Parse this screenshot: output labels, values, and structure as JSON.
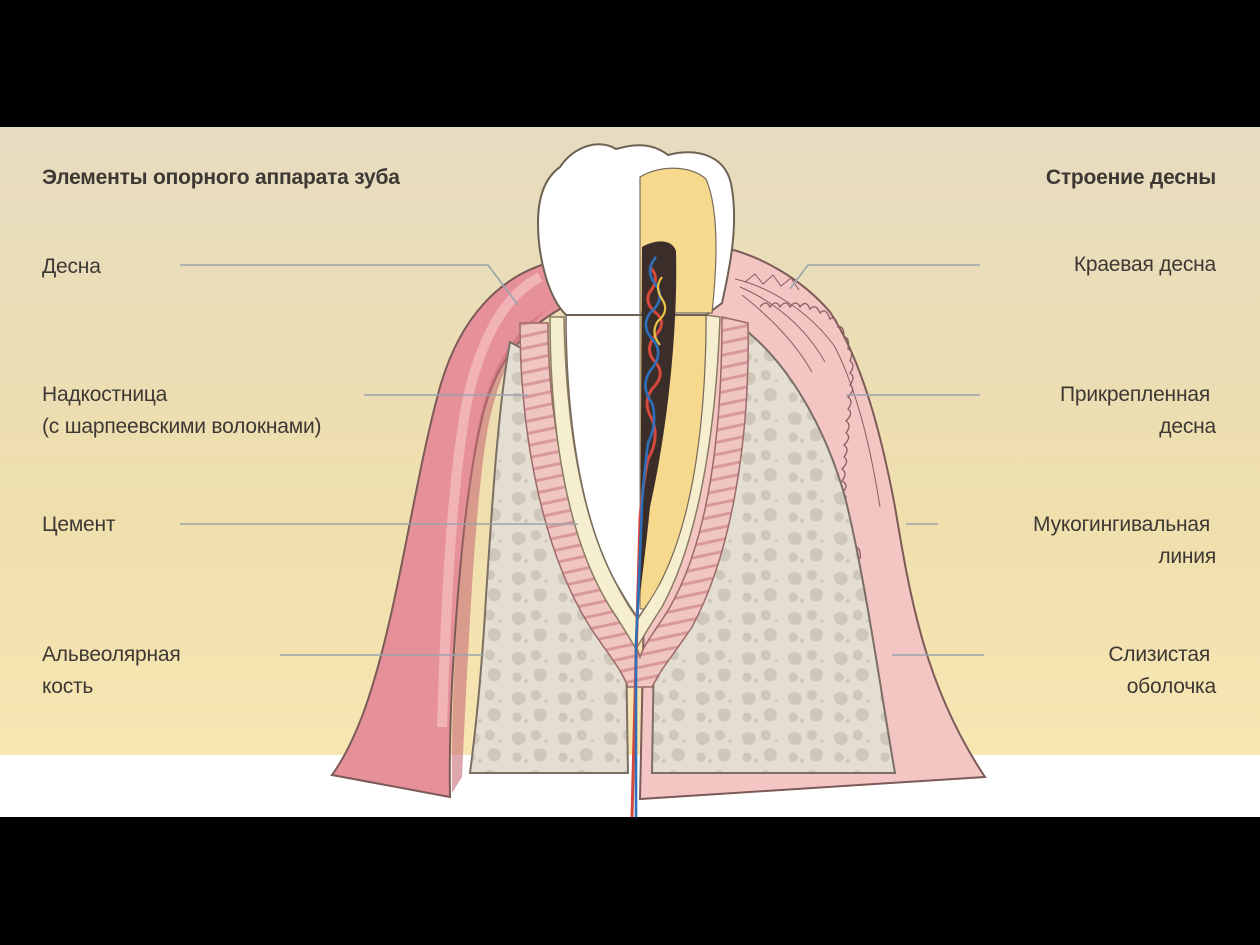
{
  "left_panel": {
    "heading": "Элементы опорного аппарата зуба",
    "labels": [
      "Десна",
      "Надкостница",
      "(с шарпеевскими волокнами)",
      "Цемент",
      "Альвеолярная",
      "кость"
    ]
  },
  "right_panel": {
    "heading": "Строение десны",
    "labels": [
      "Краевая десна",
      "Прикрепленная",
      "десна",
      "Мукогингивальная",
      "линия",
      "Слизистая",
      "оболочка"
    ]
  },
  "colors": {
    "background_top": "#e6dcc0",
    "background_bottom": "#fbebba",
    "gum": "#e58f96",
    "gum_light": "#f3c5c5",
    "bone": "#e8e3d8",
    "enamel": "#ffffff",
    "dentin": "#f5d98f",
    "pulp": "#3b2e2a",
    "leader_line": "#9aa3ad"
  }
}
